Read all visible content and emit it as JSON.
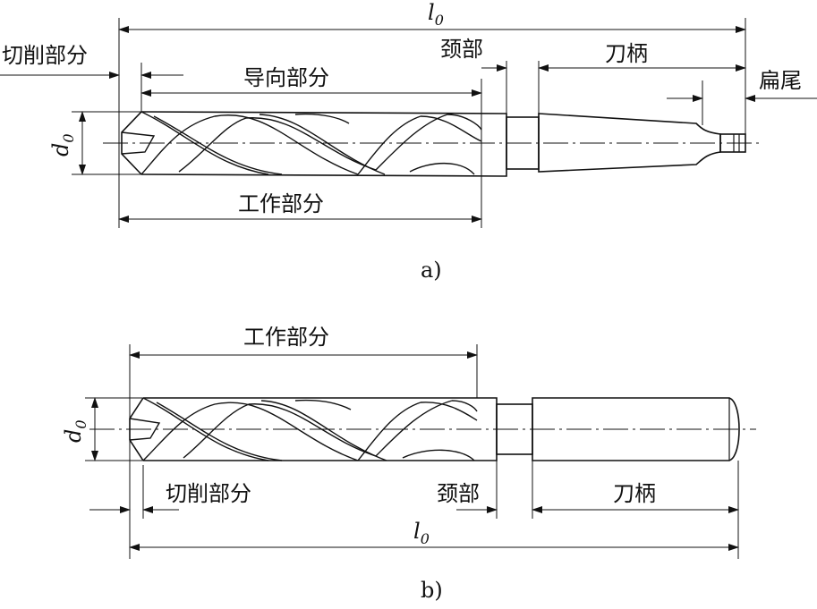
{
  "fig_a": {
    "caption": "a)",
    "l0": "l",
    "l0_sub": "0",
    "d0": "d",
    "d0_sub": "0",
    "cutting": "切削部分",
    "guide": "导向部分",
    "neck": "颈部",
    "shank": "刀柄",
    "tang": "扁尾",
    "working": "工作部分"
  },
  "fig_b": {
    "caption": "b)",
    "l0": "l",
    "l0_sub": "0",
    "d0": "d",
    "d0_sub": "0",
    "working": "工作部分",
    "cutting": "切削部分",
    "neck": "颈部",
    "shank": "刀柄"
  }
}
